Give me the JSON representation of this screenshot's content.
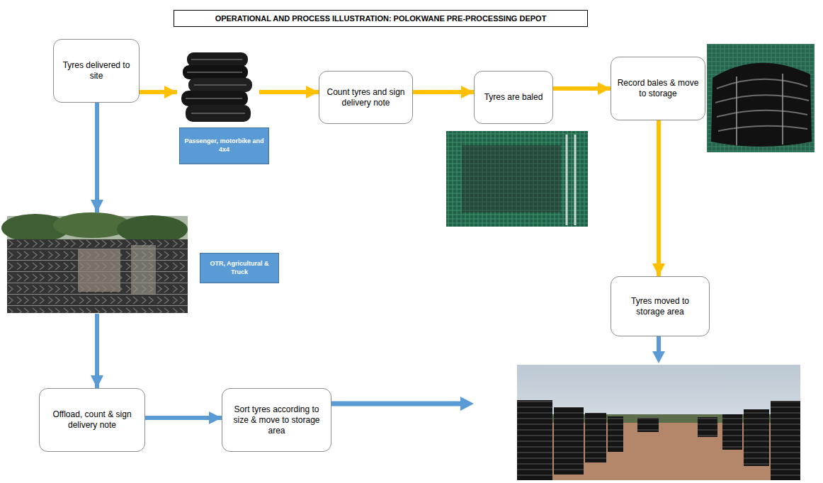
{
  "diagram": {
    "title": "OPERATIONAL AND PROCESS ILLUSTRATION: POLOKWANE PRE-PROCESSING DEPOT",
    "nodes": [
      {
        "text": [
          "Tyres delivered to site"
        ]
      },
      {
        "text": [
          "Passenger, motorbike and 4x4"
        ]
      },
      {
        "text": [
          "Count tyres and sign delivery note"
        ]
      },
      {
        "text": [
          "Tyres are baled"
        ]
      },
      {
        "text": [
          "Record bales & move to storage"
        ]
      },
      {
        "text": [
          "OTR, Agricultural & Truck"
        ]
      },
      {
        "text": [
          "Tyres moved to storage area"
        ]
      },
      {
        "text": [
          "Offload, count & sign delivery note"
        ]
      },
      {
        "text": [
          "Sort tyres according to size & move to storage area"
        ]
      }
    ],
    "edges": [
      {
        "from": 0,
        "to": 2,
        "arrow": "to"
      },
      {
        "from": 2,
        "to": 3,
        "arrow": "to"
      },
      {
        "from": 3,
        "to": 4,
        "arrow": "to"
      },
      {
        "from": 4,
        "to": 6,
        "arrow": "to"
      },
      {
        "from": 0,
        "to": 7,
        "arrow": "to"
      },
      {
        "from": 7,
        "to": 8,
        "arrow": "to"
      }
    ]
  }
}
